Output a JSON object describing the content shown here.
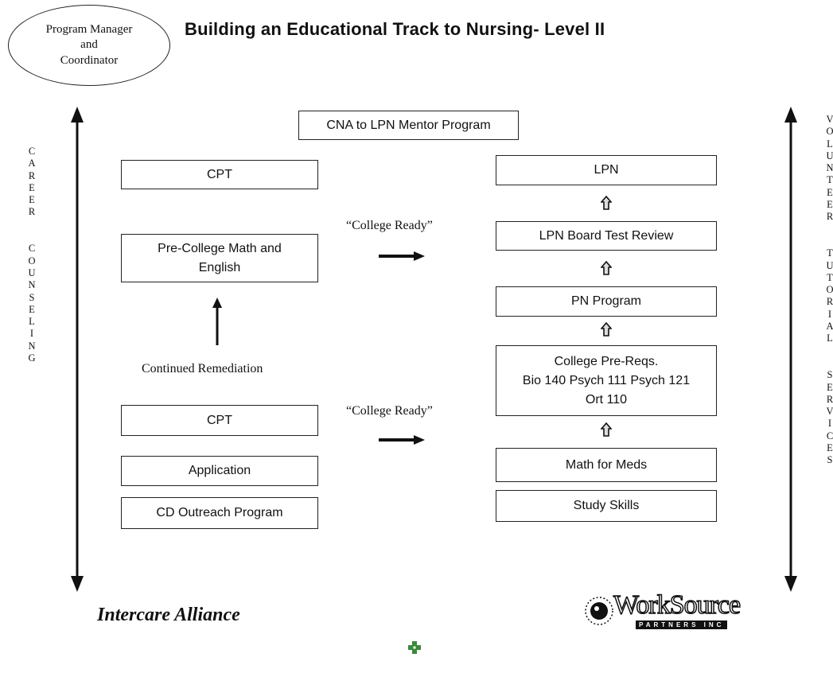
{
  "title": "Building an Educational Track to Nursing- Level II",
  "ellipse": {
    "text": "Program Manager\nand\nCoordinator"
  },
  "left_side_label": "CAREER\n\nCOUNSELING",
  "right_side_label": "VOLUNTEER\n\nTUTORIAL\n\nSERVICES",
  "mentor_program": "CNA to LPN Mentor Program",
  "left_column": {
    "cpt_top": "CPT",
    "pre_college": "Pre-College Math and English",
    "continued_remediation": "Continued Remediation",
    "cpt_bottom": "CPT",
    "application": "Application",
    "outreach": "CD Outreach Program"
  },
  "right_column": {
    "lpn": "LPN",
    "board_review": "LPN Board Test Review",
    "pn_program": "PN Program",
    "prereqs_line1": "College Pre-Reqs.",
    "prereqs_line2": "Bio 140 Psych 111 Psych 121",
    "prereqs_line3": "Ort 110",
    "math_for_meds": "Math for Meds",
    "study_skills": "Study Skills"
  },
  "college_ready_top": "“College Ready”",
  "college_ready_bottom": "“College Ready”",
  "footer_left": "Intercare Alliance",
  "logo": {
    "name": "WorkSource",
    "sub": "PARTNERS INC",
    "icon": "worksource-globe-icon"
  },
  "center_mark": {
    "icon": "green-cross-mark-icon",
    "color": "#3a8a3a"
  }
}
